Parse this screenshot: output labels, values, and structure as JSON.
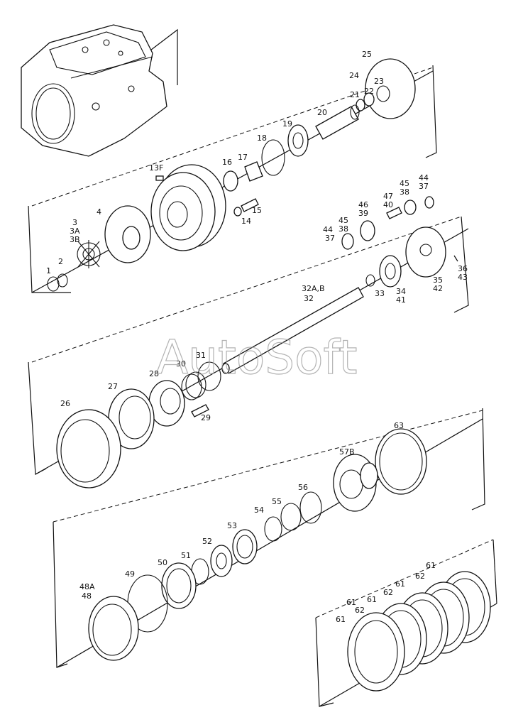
{
  "watermark": "AutoSoft",
  "labels": {
    "l1": "1",
    "l2": "2",
    "l3": "3",
    "l3a": "3A",
    "l3b": "3B",
    "l4": "4",
    "l13f": "13F",
    "l14": "14",
    "l15": "15",
    "l16": "16",
    "l17": "17",
    "l18": "18",
    "l19": "19",
    "l20": "20",
    "l21": "21",
    "l22": "22",
    "l23": "23",
    "l24": "24",
    "l25": "25",
    "l26": "26",
    "l27": "27",
    "l28": "28",
    "l29": "29",
    "l30": "30",
    "l31": "31",
    "l32ab": "32A,B",
    "l32": "32",
    "l33": "33",
    "l34": "34",
    "l41": "41",
    "l35": "35",
    "l42": "42",
    "l36": "36",
    "l43": "43",
    "l37a": "37",
    "l44a": "44",
    "l38a": "38",
    "l45a": "45",
    "l39": "39",
    "l46": "46",
    "l40": "40",
    "l47": "47",
    "l38b": "38",
    "l45b": "45",
    "l37b": "37",
    "l44b": "44",
    "l48a": "48A",
    "l48": "48",
    "l49": "49",
    "l50": "50",
    "l51": "51",
    "l52": "52",
    "l53": "53",
    "l54": "54",
    "l55": "55",
    "l56": "56",
    "l57b": "57B",
    "l63": "63",
    "l61a": "61",
    "l62a": "62",
    "l61b": "61",
    "l62b": "62",
    "l61c": "61",
    "l62c": "62",
    "l61d": "61",
    "l61e": "61"
  }
}
